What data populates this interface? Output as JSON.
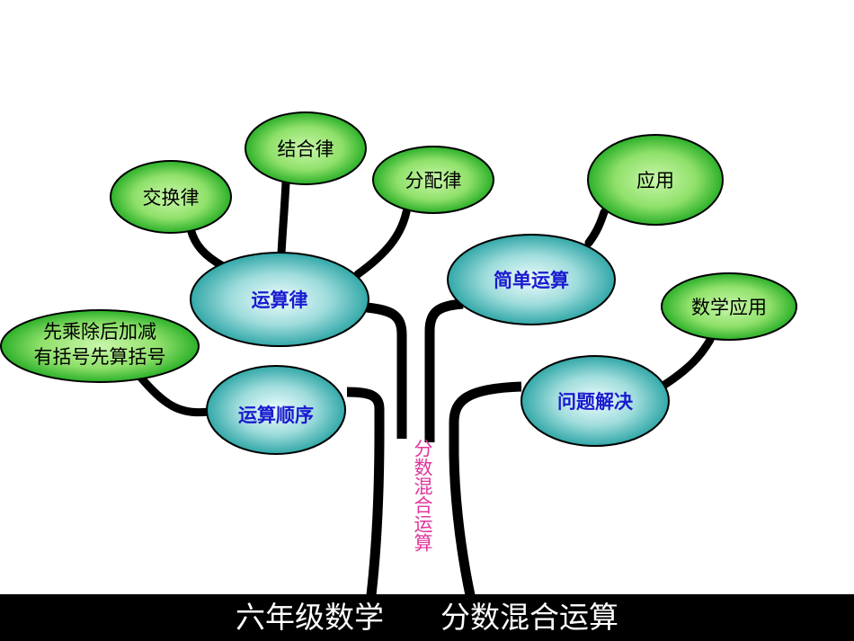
{
  "diagram": {
    "trunk_label": "分数混合运算",
    "footer_title": "六年级数学      分数混合运算",
    "nodes": {
      "jiaohuanlv": "交换律",
      "jiehelv": "结合律",
      "fenpeilv": "分配律",
      "yunsuanlv": "运算律",
      "yunsuan_shunxu": "运算顺序",
      "order_rule_line1": "先乘除后加减",
      "order_rule_line2": "有括号先算括号",
      "jiandan_yunsuan": "简单运算",
      "yingyong": "应用",
      "wenti_jiejue": "问题解决",
      "shuxue_yingyong": "数学应用"
    },
    "colors": {
      "green_leaf_center": "#b8f29a",
      "green_leaf_edge": "#12a418",
      "teal_node_center": "#e6fbfb",
      "teal_node_edge": "#1a9c9c",
      "branch": "#000000",
      "trunk_label": "#e0379d",
      "main_node_text": "#1a1ad0"
    }
  }
}
